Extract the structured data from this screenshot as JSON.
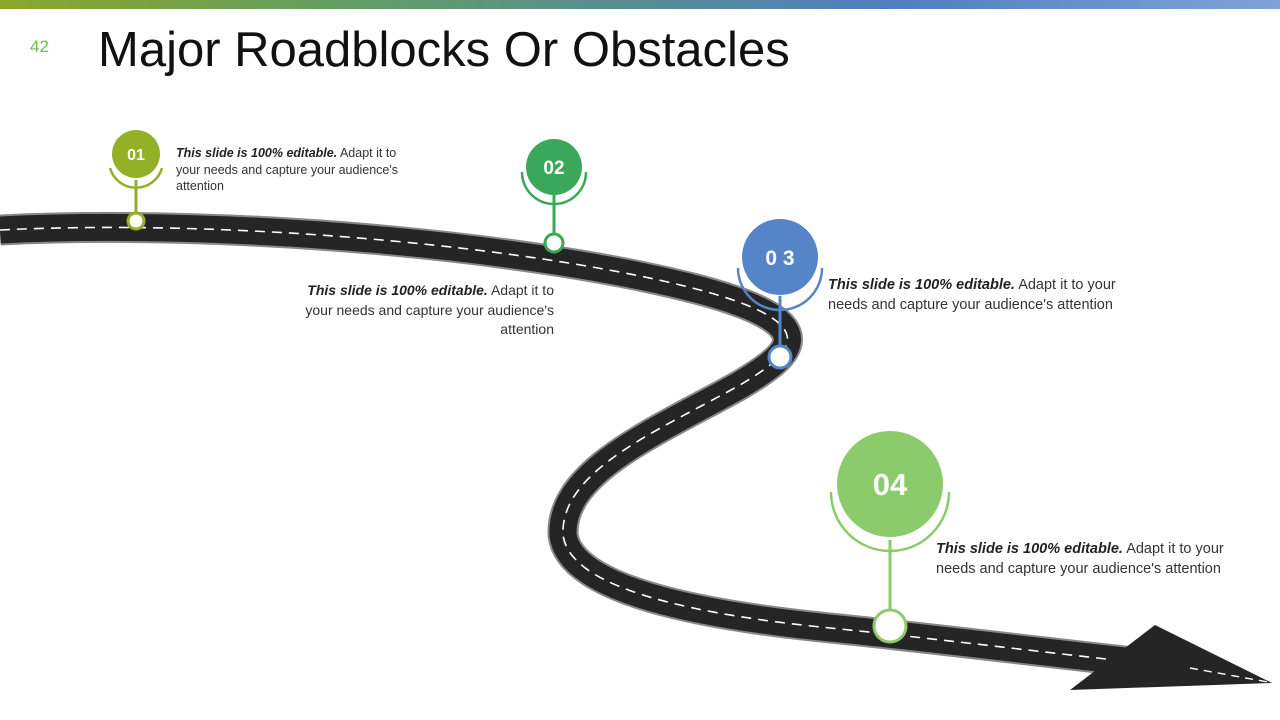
{
  "slide": {
    "number": "42",
    "title": "Major Roadblocks Or Obstacles"
  },
  "colors": {
    "road": "#222222",
    "marker_1": "#93b026",
    "marker_2": "#3aa85a",
    "marker_3": "#5585c8",
    "marker_4": "#8ccb6c"
  },
  "markers": [
    {
      "label": "01",
      "bold": "This slide is 100% editable.",
      "text": " Adapt it to your needs and capture your audience's attention"
    },
    {
      "label": "02",
      "bold": "This slide is 100% editable.",
      "text": " Adapt it to your needs and capture your audience's attention"
    },
    {
      "label": "0 3",
      "bold": "This slide is 100% editable.",
      "text": " Adapt it to your needs and capture your audience's attention"
    },
    {
      "label": "04",
      "bold": "This slide is 100% editable.",
      "text": " Adapt it to your needs and capture your audience's attention"
    }
  ]
}
